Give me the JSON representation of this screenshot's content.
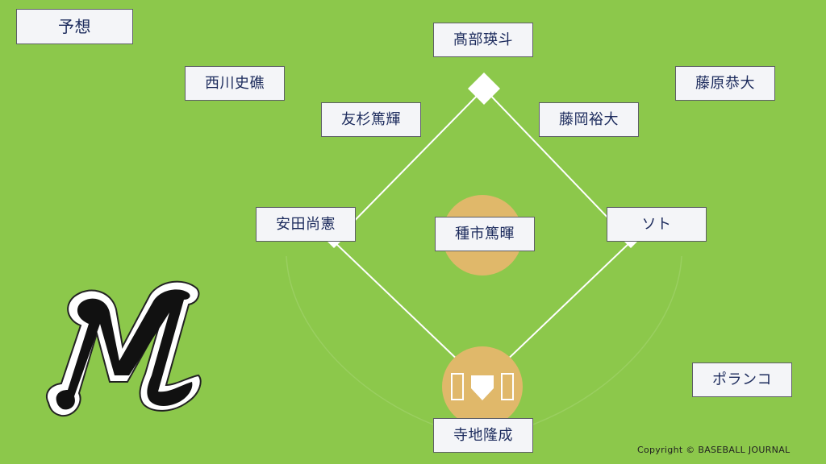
{
  "title_label": "予想",
  "positions": {
    "cf": "髙部瑛斗",
    "lf": "西川史礁",
    "rf": "藤原恭大",
    "ss": "友杉篤輝",
    "second": "藤岡裕大",
    "third": "安田尚憲",
    "pitcher": "種市篤暉",
    "first": "ソト",
    "catcher": "寺地隆成",
    "dh": "ポランコ"
  },
  "copyright": "Copyright © BASEBALL JOURNAL",
  "logo": {
    "icon": "marines-m-logo",
    "letter": "M"
  },
  "colors": {
    "grass": "#8cc84b",
    "dirt": "#e0b86a",
    "line": "#ffffff",
    "label_bg": "#f4f5f8",
    "label_text": "#1b2a5c"
  }
}
